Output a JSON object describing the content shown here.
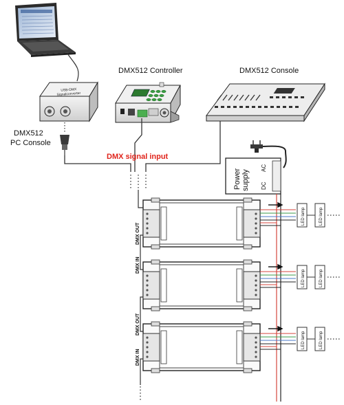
{
  "labels": {
    "dmx512_controller": "DMX512 Controller",
    "dmx512_console": "DMX512 Console",
    "pc_console_line1": "DMX512",
    "pc_console_line2": "PC Console",
    "dmx_signal_input": "DMX signal input",
    "power_supply_line1": "Power",
    "power_supply_line2": "supply",
    "ac": "AC",
    "dc": "DC",
    "usb_dmx_line1": "USB-DMX",
    "usb_dmx_line2": "Signalconverter",
    "led_lamp": "LED lamp",
    "dmx_out": "DMX OUT",
    "dmx_in": "DMX IN"
  },
  "colors": {
    "signal_label": "#e0241b",
    "wire": "#333333",
    "red_wire": "#d4463c",
    "green_wire": "#3a9a4a",
    "blue_wire": "#4a78c8"
  },
  "decoder_units": 3
}
